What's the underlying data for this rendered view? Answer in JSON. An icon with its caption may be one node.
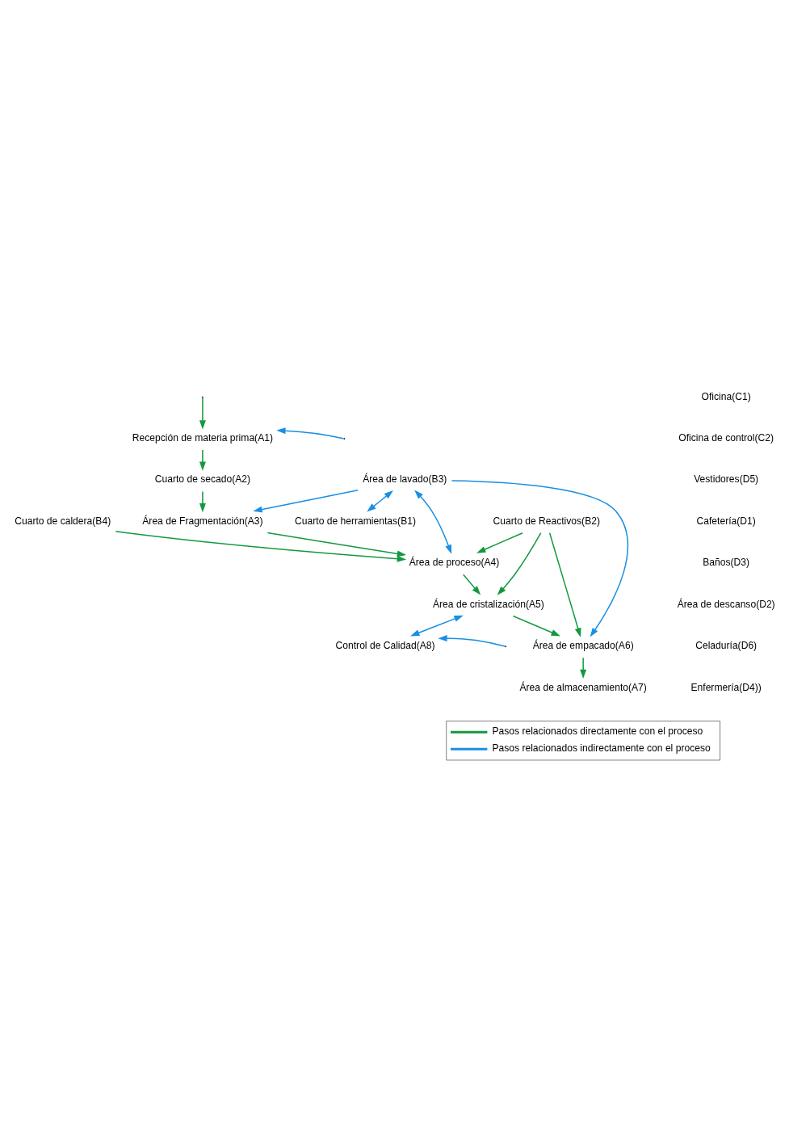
{
  "diagram": {
    "nodes": [
      {
        "text": [
          "Recepción de materia prima(A1)"
        ]
      },
      {
        "text": [
          "Cuarto de caldera(B4)"
        ]
      },
      {
        "text": [
          "Cuarto de secado(A2)"
        ]
      },
      {
        "text": [
          "Área de Fragmentación(A3)"
        ]
      },
      {
        "text": [
          "Área de lavado(B3)"
        ]
      },
      {
        "text": [
          "Área de proceso(A4)"
        ]
      },
      {
        "text": [
          "Cuarto de Reactivos(B2)"
        ]
      },
      {
        "text": [
          "Cuarto de herramientas(B1)"
        ]
      },
      {
        "text": [
          "Área de cristalización(A5)"
        ]
      },
      {
        "text": [
          "Área de empacado(A6)"
        ]
      },
      {
        "text": [
          "Control de Calidad(A8)"
        ]
      },
      {
        "text": [
          "Área de almacenamiento(A7)"
        ]
      }
    ],
    "edges": [
      {
        "from": null,
        "to": 0,
        "arrow": "to",
        "color": "#1a8fe3"
      },
      {
        "from": null,
        "to": 0,
        "arrow": "to"
      },
      {
        "from": 0,
        "to": 2,
        "arrow": "to"
      },
      {
        "from": 2,
        "to": 3,
        "arrow": "to"
      },
      {
        "from": 3,
        "to": 5,
        "arrow": "to"
      },
      {
        "from": 1,
        "to": 5,
        "arrow": "to"
      },
      {
        "from": 4,
        "to": 5,
        "arrow": "both",
        "color": "#1a8fe3"
      },
      {
        "from": 4,
        "to": 3,
        "arrow": "to",
        "color": "#1a8fe3"
      },
      {
        "from": 4,
        "to": 9,
        "arrow": "to",
        "color": "#1a8fe3"
      },
      {
        "from": 6,
        "to": 5,
        "arrow": "to"
      },
      {
        "from": 6,
        "to": 8,
        "arrow": "to"
      },
      {
        "from": 6,
        "to": 9,
        "arrow": "to"
      },
      {
        "from": 4,
        "to": 7,
        "arrow": "both",
        "color": "#1a8fe3"
      },
      {
        "from": 5,
        "to": 8,
        "arrow": "to"
      },
      {
        "from": 8,
        "to": 10,
        "arrow": "both",
        "color": "#1a8fe3"
      },
      {
        "from": null,
        "to": 10,
        "arrow": "to",
        "color": "#1a8fe3"
      },
      {
        "from": 8,
        "to": 9,
        "arrow": "to"
      },
      {
        "from": 9,
        "to": 11,
        "arrow": "to"
      }
    ],
    "labels": [
      "Oficina(C1)",
      "Oficina de control(C2)",
      "Vestidores(D5)",
      "Cafetería(D1)",
      "Baños(D3)",
      "Área de descanso(D2)",
      "Celaduría(D6)",
      "Enfermería(D4))"
    ],
    "legend": [
      {
        "text": "Pasos relacionados directamente con el proceso"
      },
      {
        "text": "Pasos relacionados indirectamente con el proceso"
      }
    ]
  }
}
